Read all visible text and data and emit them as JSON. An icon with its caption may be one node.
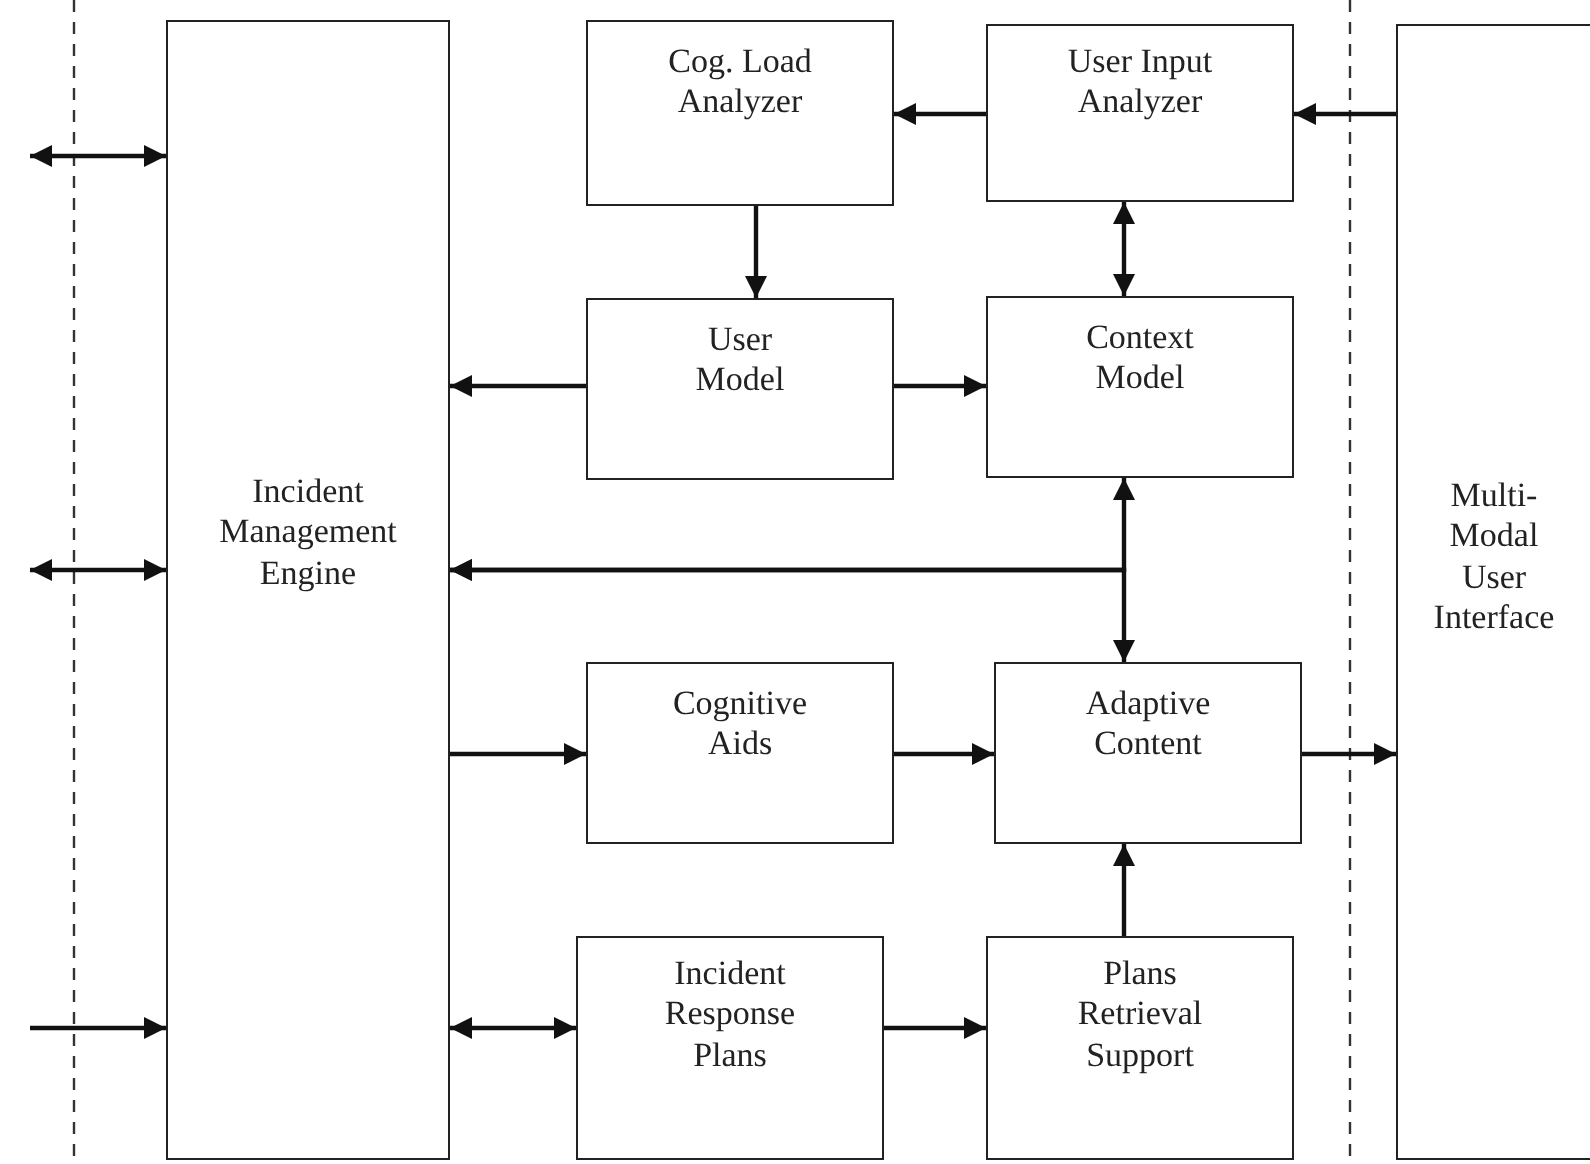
{
  "diagram": {
    "nodes": [
      {
        "text": [
          "Incident Management Engine"
        ]
      },
      {
        "text": [
          "Cog. Load Analyzer"
        ]
      },
      {
        "text": [
          "User Input Analyzer"
        ]
      },
      {
        "text": [
          "User Model"
        ]
      },
      {
        "text": [
          "Context Model"
        ]
      },
      {
        "text": [
          "Cognitive Aids"
        ]
      },
      {
        "text": [
          "Adaptive Content"
        ]
      },
      {
        "text": [
          "Incident Response Plans"
        ]
      },
      {
        "text": [
          "Plans Retrieval Support"
        ]
      },
      {
        "text": [
          "Multi-Modal User Interface"
        ]
      }
    ],
    "edges": [
      {
        "from": null,
        "to": 0,
        "arrow": "both"
      },
      {
        "from": null,
        "to": 0,
        "arrow": "both"
      },
      {
        "from": null,
        "to": 0,
        "arrow": "to"
      },
      {
        "from": 2,
        "to": 1,
        "arrow": "to"
      },
      {
        "from": 1,
        "to": 3,
        "arrow": "to"
      },
      {
        "from": 2,
        "to": 4,
        "arrow": "both"
      },
      {
        "from": 3,
        "to": 0,
        "arrow": "to"
      },
      {
        "from": 3,
        "to": 4,
        "arrow": "to"
      },
      {
        "from": 4,
        "to": 0,
        "arrow": "both"
      },
      {
        "from": 6,
        "to": 0,
        "arrow": "both"
      },
      {
        "from": 0,
        "to": 5,
        "arrow": "to"
      },
      {
        "from": 5,
        "to": 6,
        "arrow": "to"
      },
      {
        "from": 6,
        "to": 9,
        "arrow": "to"
      },
      {
        "from": 9,
        "to": 2,
        "arrow": "to"
      },
      {
        "from": 0,
        "to": 7,
        "arrow": "both"
      },
      {
        "from": 7,
        "to": 8,
        "arrow": "to"
      },
      {
        "from": 8,
        "to": 6,
        "arrow": "to"
      }
    ]
  }
}
